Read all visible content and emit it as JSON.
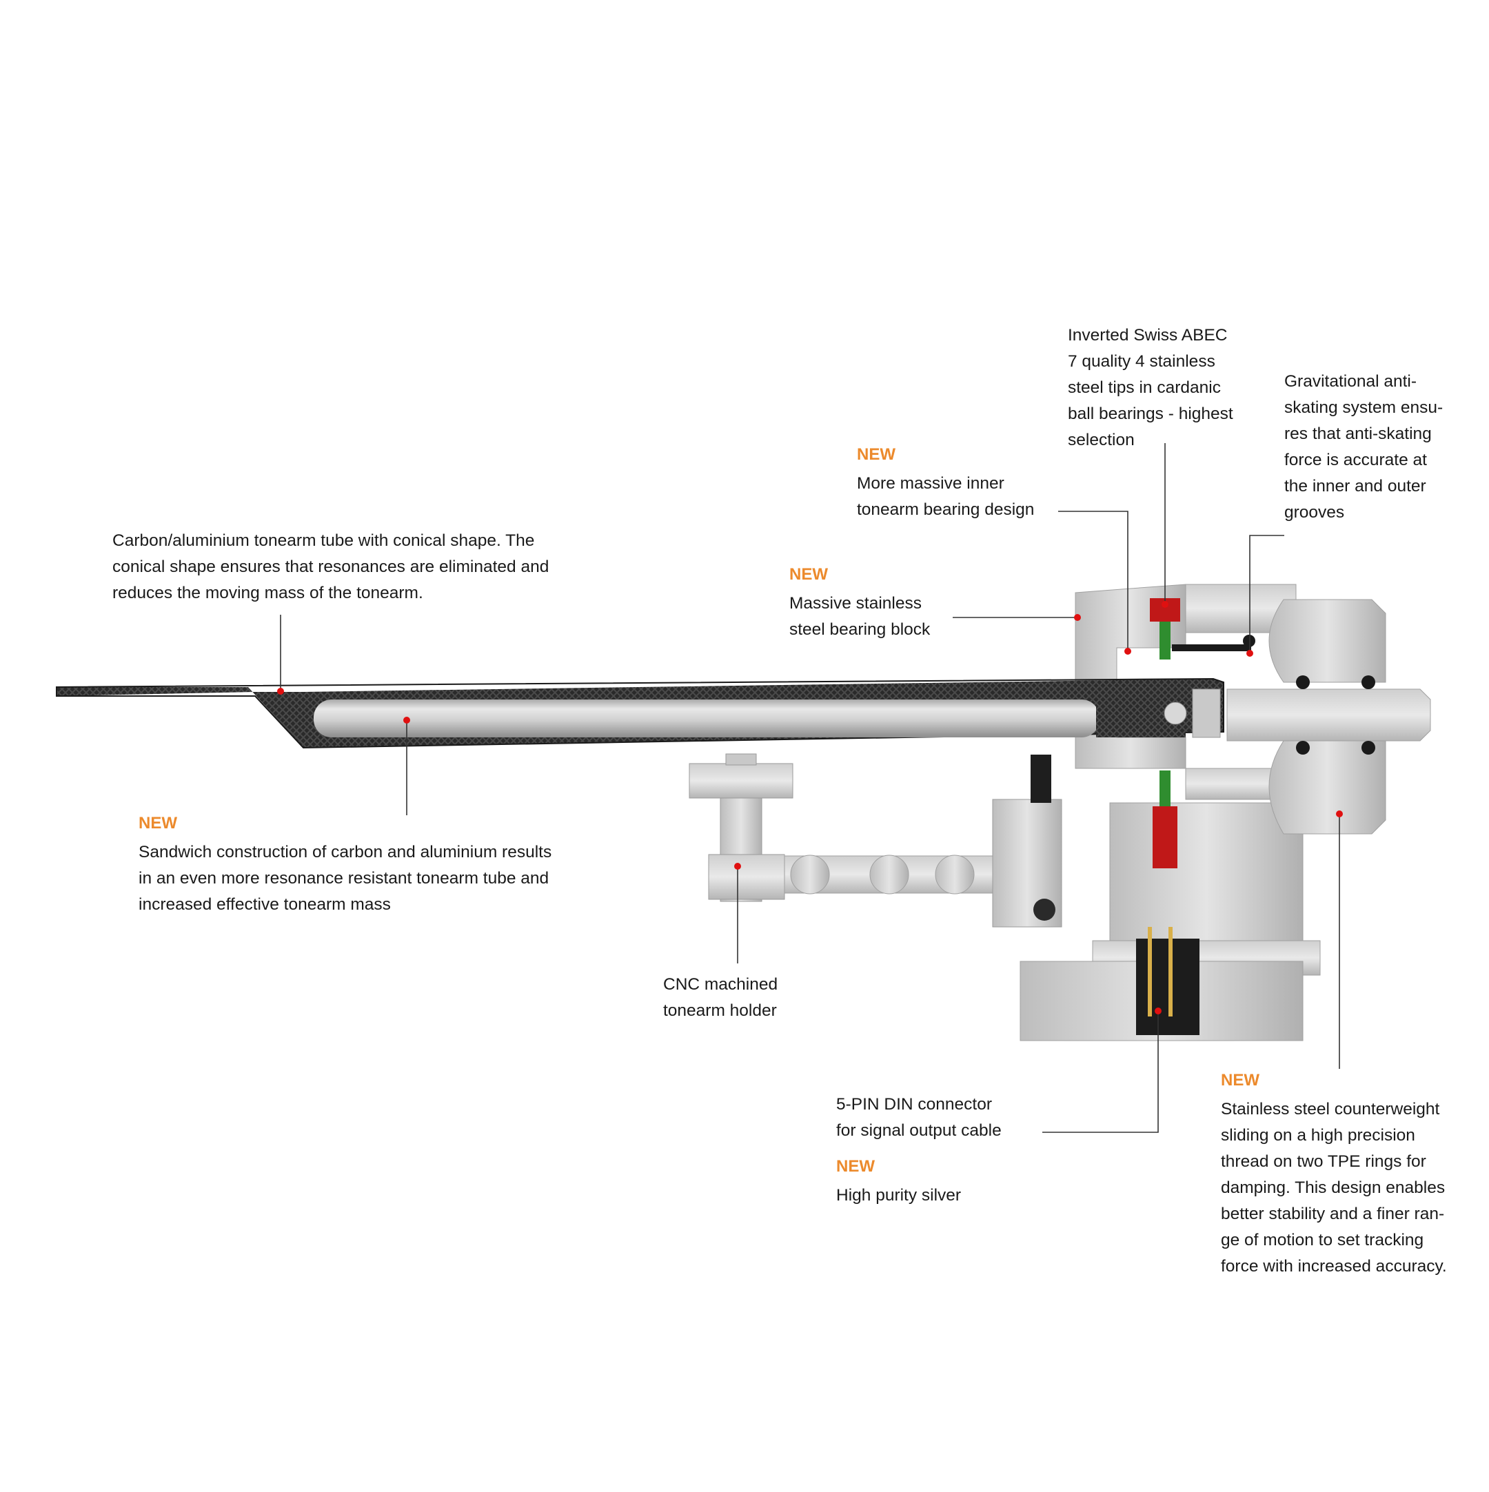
{
  "diagram": {
    "accent_color": "#ec8a2c",
    "marker_color": "#e01010",
    "callouts": [
      {
        "id": "tube",
        "tag": "",
        "text": "Carbon/aluminium tonearm tube with conical shape. The\nconical shape ensures that resonances are eliminated and\nreduces the moving mass of the tonearm."
      },
      {
        "id": "sandwich",
        "tag": "NEW",
        "text": "Sandwich construction of carbon and aluminium results\nin an even more resonance resistant tonearm tube and\nincreased effective tonearm mass"
      },
      {
        "id": "cnc",
        "tag": "",
        "text": "CNC machined\ntonearm holder"
      },
      {
        "id": "block",
        "tag": "NEW",
        "text": "Massive stainless\nsteel bearing block"
      },
      {
        "id": "inner-bearing",
        "tag": "NEW",
        "text": "More massive inner\ntonearm bearing design"
      },
      {
        "id": "abec",
        "tag": "",
        "text": "Inverted Swiss ABEC\n7 quality 4 stainless\nsteel tips in cardanic\nball bearings - highest\nselection"
      },
      {
        "id": "antiskating",
        "tag": "",
        "text": "Gravitational anti-\nskating system ensu-\nres that anti-skating\nforce is accurate at\nthe inner and outer\ngrooves"
      },
      {
        "id": "din",
        "tag": "",
        "text": "5-PIN DIN connector\nfor signal output cable",
        "sub_tag": "NEW",
        "sub_text": "High purity silver"
      },
      {
        "id": "counterweight",
        "tag": "NEW",
        "text": "Stainless steel counterweight\nsliding on a high precision\nthread on two TPE rings for\ndamping. This design enables\nbetter stability and a finer ran-\nge of motion to set tracking\nforce with increased accuracy."
      }
    ]
  }
}
